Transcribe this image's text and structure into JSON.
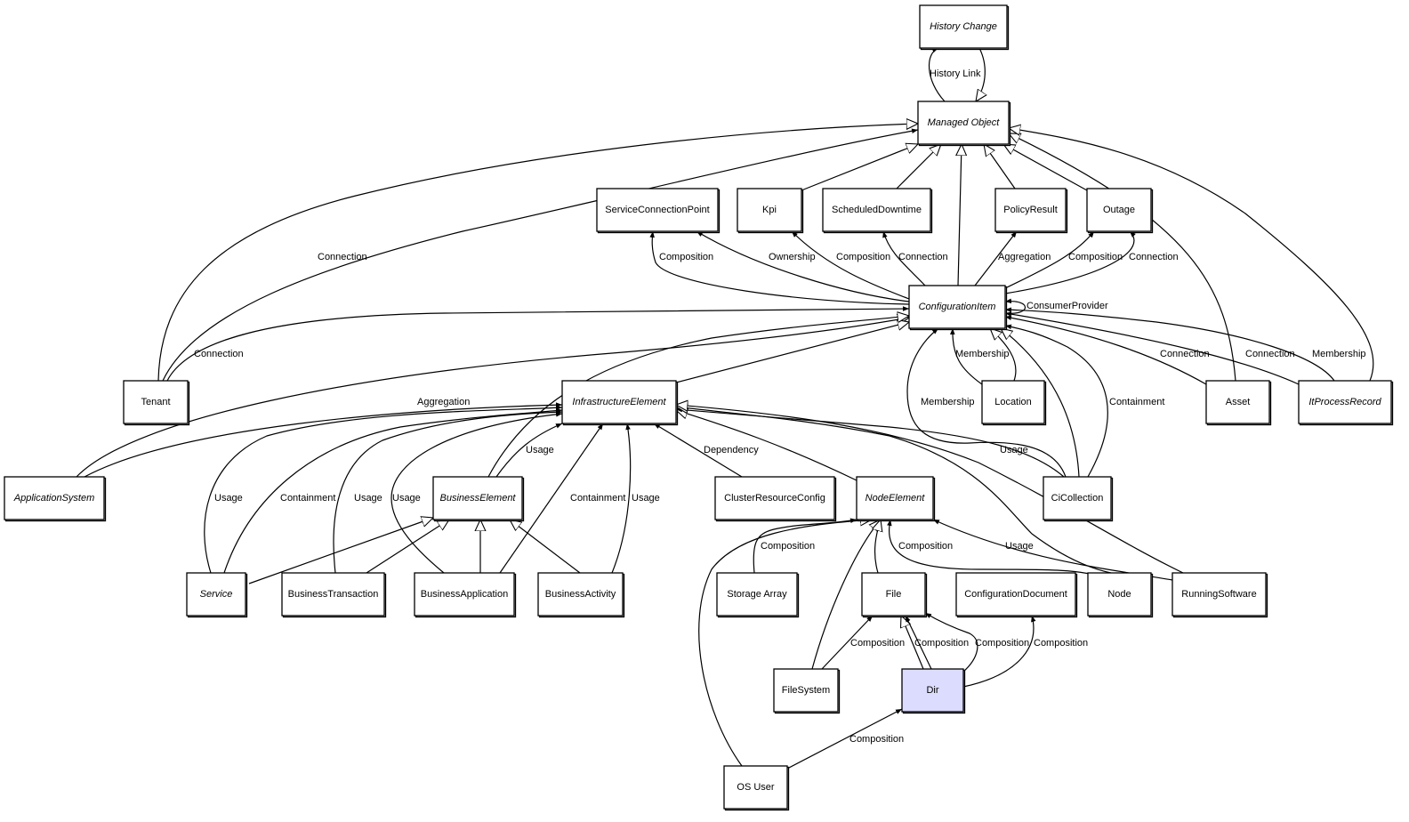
{
  "diagram": {
    "type": "uml-class-diagram",
    "highlight_color": "#dcdcff",
    "nodes": [
      {
        "id": "history-change",
        "label": "History Change",
        "abstract": true
      },
      {
        "id": "managed-object",
        "label": "Managed Object",
        "abstract": true
      },
      {
        "id": "service-connection-point",
        "label": "ServiceConnectionPoint",
        "abstract": false
      },
      {
        "id": "kpi",
        "label": "Kpi",
        "abstract": false
      },
      {
        "id": "scheduled-downtime",
        "label": "ScheduledDowntime",
        "abstract": false
      },
      {
        "id": "policy-result",
        "label": "PolicyResult",
        "abstract": false
      },
      {
        "id": "outage",
        "label": "Outage",
        "abstract": false
      },
      {
        "id": "configuration-item",
        "label": "ConfigurationItem",
        "abstract": true
      },
      {
        "id": "tenant",
        "label": "Tenant",
        "abstract": false
      },
      {
        "id": "infrastructure-element",
        "label": "InfrastructureElement",
        "abstract": true
      },
      {
        "id": "location",
        "label": "Location",
        "abstract": false
      },
      {
        "id": "asset",
        "label": "Asset",
        "abstract": false
      },
      {
        "id": "it-process-record",
        "label": "ItProcessRecord",
        "abstract": true
      },
      {
        "id": "application-system",
        "label": "ApplicationSystem",
        "abstract": true
      },
      {
        "id": "business-element",
        "label": "BusinessElement",
        "abstract": true
      },
      {
        "id": "cluster-resource-config",
        "label": "ClusterResourceConfig",
        "abstract": false
      },
      {
        "id": "node-element",
        "label": "NodeElement",
        "abstract": true
      },
      {
        "id": "ci-collection",
        "label": "CiCollection",
        "abstract": false
      },
      {
        "id": "service",
        "label": "Service",
        "abstract": true
      },
      {
        "id": "business-transaction",
        "label": "BusinessTransaction",
        "abstract": false
      },
      {
        "id": "business-application",
        "label": "BusinessApplication",
        "abstract": false
      },
      {
        "id": "business-activity",
        "label": "BusinessActivity",
        "abstract": false
      },
      {
        "id": "storage-array",
        "label": "Storage Array",
        "abstract": false
      },
      {
        "id": "file",
        "label": "File",
        "abstract": false
      },
      {
        "id": "configuration-document",
        "label": "ConfigurationDocument",
        "abstract": false
      },
      {
        "id": "node",
        "label": "Node",
        "abstract": false
      },
      {
        "id": "running-software",
        "label": "RunningSoftware",
        "abstract": false
      },
      {
        "id": "file-system",
        "label": "FileSystem",
        "abstract": false
      },
      {
        "id": "dir",
        "label": "Dir",
        "abstract": false,
        "highlighted": true
      },
      {
        "id": "os-user",
        "label": "OS User",
        "abstract": false
      }
    ],
    "edges": [
      {
        "from": "managed-object",
        "to": "history-change",
        "kind": "association",
        "label": "History Link"
      },
      {
        "from": "history-change",
        "to": "managed-object",
        "kind": "inheritance",
        "label": ""
      },
      {
        "from": "tenant",
        "to": "managed-object",
        "kind": "inheritance",
        "label": ""
      },
      {
        "from": "tenant",
        "to": "managed-object",
        "kind": "association",
        "label": "Connection"
      },
      {
        "from": "kpi",
        "to": "managed-object",
        "kind": "inheritance",
        "label": ""
      },
      {
        "from": "scheduled-downtime",
        "to": "managed-object",
        "kind": "inheritance",
        "label": ""
      },
      {
        "from": "configuration-item",
        "to": "managed-object",
        "kind": "inheritance",
        "label": ""
      },
      {
        "from": "policy-result",
        "to": "managed-object",
        "kind": "inheritance",
        "label": ""
      },
      {
        "from": "outage",
        "to": "managed-object",
        "kind": "inheritance",
        "label": ""
      },
      {
        "from": "asset",
        "to": "managed-object",
        "kind": "inheritance",
        "label": ""
      },
      {
        "from": "it-process-record",
        "to": "managed-object",
        "kind": "inheritance",
        "label": ""
      },
      {
        "from": "configuration-item",
        "to": "service-connection-point",
        "kind": "association",
        "label": "Composition"
      },
      {
        "from": "configuration-item",
        "to": "service-connection-point",
        "kind": "association",
        "label": "Ownership"
      },
      {
        "from": "configuration-item",
        "to": "kpi",
        "kind": "association",
        "label": "Composition"
      },
      {
        "from": "configuration-item",
        "to": "scheduled-downtime",
        "kind": "association",
        "label": "Connection"
      },
      {
        "from": "configuration-item",
        "to": "policy-result",
        "kind": "association",
        "label": "Aggregation"
      },
      {
        "from": "configuration-item",
        "to": "outage",
        "kind": "association",
        "label": "Composition"
      },
      {
        "from": "configuration-item",
        "to": "outage",
        "kind": "association",
        "label": "Connection"
      },
      {
        "from": "configuration-item",
        "to": "configuration-item",
        "kind": "association",
        "label": "ConsumerProvider"
      },
      {
        "from": "tenant",
        "to": "configuration-item",
        "kind": "association",
        "label": "Connection"
      },
      {
        "from": "application-system",
        "to": "configuration-item",
        "kind": "inheritance",
        "label": ""
      },
      {
        "from": "application-system",
        "to": "infrastructure-element",
        "kind": "association",
        "label": "Aggregation"
      },
      {
        "from": "infrastructure-element",
        "to": "configuration-item",
        "kind": "inheritance",
        "label": ""
      },
      {
        "from": "business-element",
        "to": "configuration-item",
        "kind": "inheritance",
        "label": ""
      },
      {
        "from": "location",
        "to": "configuration-item",
        "kind": "association",
        "label": "Membership"
      },
      {
        "from": "location",
        "to": "configuration-item",
        "kind": "inheritance",
        "label": ""
      },
      {
        "from": "ci-collection",
        "to": "configuration-item",
        "kind": "association",
        "label": "Membership"
      },
      {
        "from": "ci-collection",
        "to": "configuration-item",
        "kind": "inheritance",
        "label": ""
      },
      {
        "from": "ci-collection",
        "to": "configuration-item",
        "kind": "association",
        "label": "Containment"
      },
      {
        "from": "asset",
        "to": "configuration-item",
        "kind": "association",
        "label": "Connection"
      },
      {
        "from": "it-process-record",
        "to": "configuration-item",
        "kind": "association",
        "label": "Connection"
      },
      {
        "from": "it-process-record",
        "to": "configuration-item",
        "kind": "association",
        "label": "Membership"
      },
      {
        "from": "service",
        "to": "infrastructure-element",
        "kind": "association",
        "label": "Usage"
      },
      {
        "from": "service",
        "to": "infrastructure-element",
        "kind": "association",
        "label": "Containment"
      },
      {
        "from": "business-transaction",
        "to": "infrastructure-element",
        "kind": "association",
        "label": "Usage"
      },
      {
        "from": "business-application",
        "to": "infrastructure-element",
        "kind": "association",
        "label": "Usage"
      },
      {
        "from": "business-element",
        "to": "infrastructure-element",
        "kind": "association",
        "label": "Usage"
      },
      {
        "from": "business-application",
        "to": "infrastructure-element",
        "kind": "association",
        "label": "Containment"
      },
      {
        "from": "business-activity",
        "to": "infrastructure-element",
        "kind": "association",
        "label": "Usage"
      },
      {
        "from": "cluster-resource-config",
        "to": "infrastructure-element",
        "kind": "association",
        "label": "Dependency"
      },
      {
        "from": "node-element",
        "to": "infrastructure-element",
        "kind": "inheritance",
        "label": ""
      },
      {
        "from": "ci-collection",
        "to": "infrastructure-element",
        "kind": "association",
        "label": "Usage"
      },
      {
        "from": "node",
        "to": "infrastructure-element",
        "kind": "inheritance",
        "label": ""
      },
      {
        "from": "running-software",
        "to": "infrastructure-element",
        "kind": "inheritance",
        "label": ""
      },
      {
        "from": "service",
        "to": "business-element",
        "kind": "inheritance",
        "label": ""
      },
      {
        "from": "business-transaction",
        "to": "business-element",
        "kind": "inheritance",
        "label": ""
      },
      {
        "from": "business-application",
        "to": "business-element",
        "kind": "inheritance",
        "label": ""
      },
      {
        "from": "business-activity",
        "to": "business-element",
        "kind": "inheritance",
        "label": ""
      },
      {
        "from": "storage-array",
        "to": "node-element",
        "kind": "association",
        "label": "Composition"
      },
      {
        "from": "os-user",
        "to": "node-element",
        "kind": "inheritance",
        "label": ""
      },
      {
        "from": "file-system",
        "to": "node-element",
        "kind": "inheritance",
        "label": ""
      },
      {
        "from": "file",
        "to": "node-element",
        "kind": "inheritance",
        "label": ""
      },
      {
        "from": "node",
        "to": "node-element",
        "kind": "association",
        "label": "Composition"
      },
      {
        "from": "running-software",
        "to": "node-element",
        "kind": "association",
        "label": "Usage"
      },
      {
        "from": "file-system",
        "to": "file",
        "kind": "association",
        "label": "Composition"
      },
      {
        "from": "dir",
        "to": "file",
        "kind": "inheritance",
        "label": ""
      },
      {
        "from": "dir",
        "to": "file",
        "kind": "association",
        "label": "Composition"
      },
      {
        "from": "dir",
        "to": "file",
        "kind": "association",
        "label": "Composition"
      },
      {
        "from": "dir",
        "to": "configuration-document",
        "kind": "association",
        "label": "Composition"
      },
      {
        "from": "os-user",
        "to": "dir",
        "kind": "association",
        "label": "Composition"
      }
    ]
  }
}
